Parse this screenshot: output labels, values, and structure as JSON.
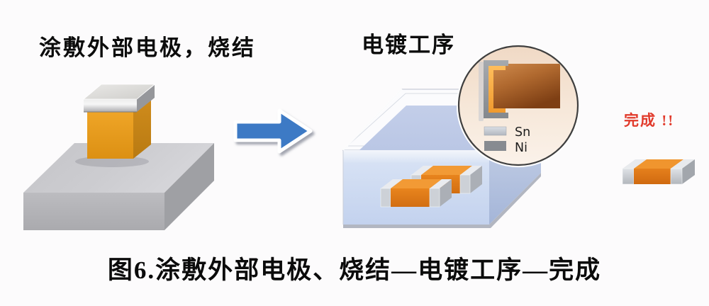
{
  "page": {
    "background": "#fcfbfc"
  },
  "stage1": {
    "title": "涂敷外部电极，烧结"
  },
  "stage2": {
    "title": "电镀工序"
  },
  "arrow": {
    "direction": "right",
    "color": "#3c7ac5"
  },
  "magnifier": {
    "legend": [
      {
        "label": "Sn",
        "color": "#c7cdd5"
      },
      {
        "label": "Ni",
        "color": "#878b91"
      }
    ]
  },
  "completion": {
    "label": "完成 !!",
    "color": "#e13a2b"
  },
  "caption": {
    "text": "图6.涂敷外部电极、烧结—电镀工序—完成"
  },
  "colors": {
    "chip_body_orange": "#e08423",
    "chip_cap_silver": "#c9cacd",
    "copper_electrode": "#f5a83e",
    "plating_liquid": "#bfcbe8",
    "detail_body_brown": "#9c5724",
    "magnifier_background": "#f6e6d7",
    "platform_gray": "#b6b6ba"
  },
  "icons": {
    "process_arrow": "arrow-right",
    "magnifier": "circular-zoom-inset"
  }
}
